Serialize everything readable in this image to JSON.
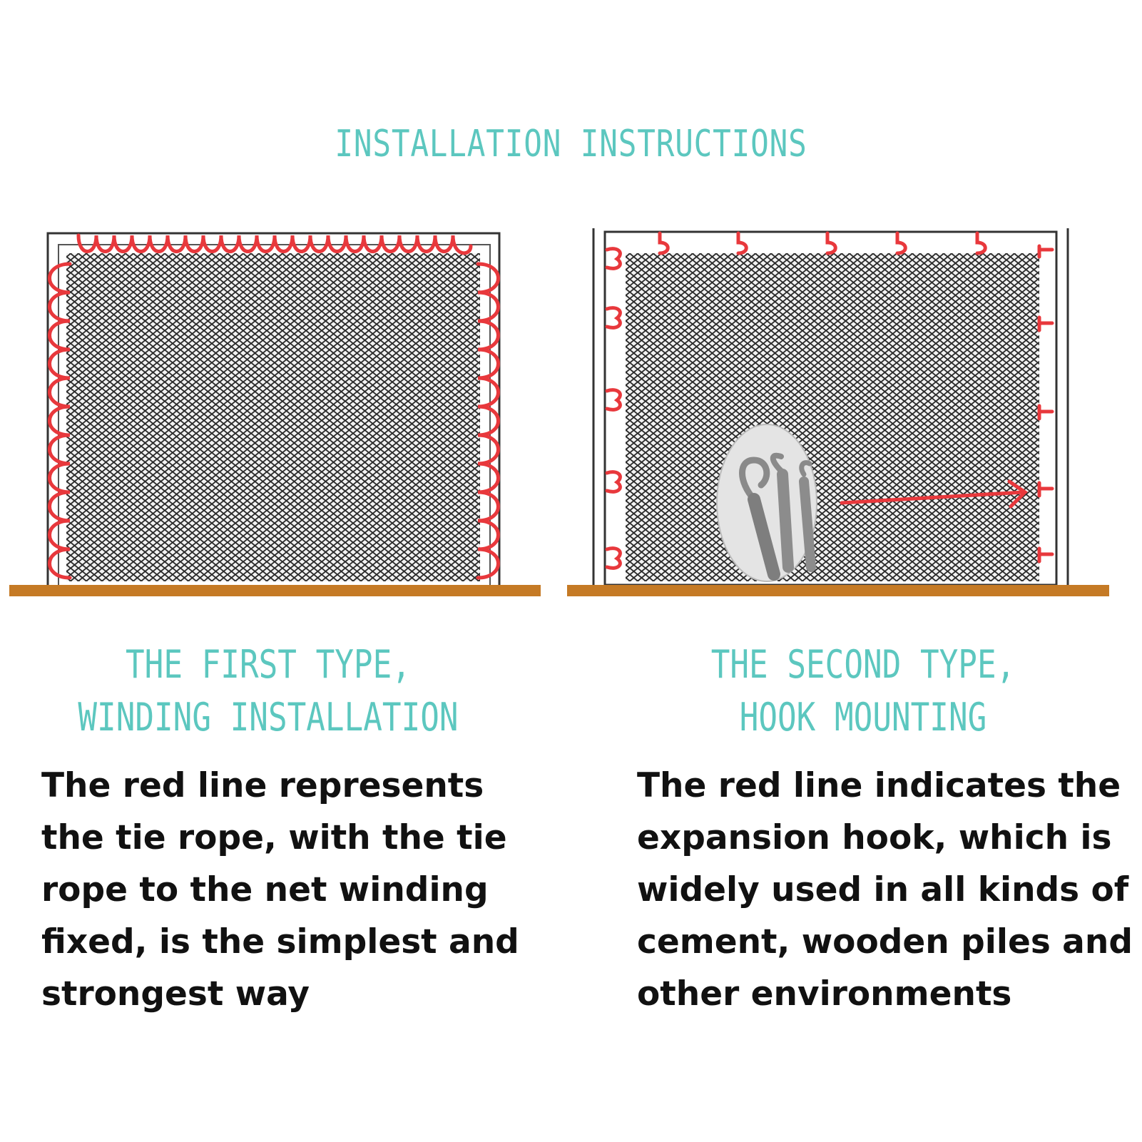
{
  "title": "INSTALLATION INSTRUCTIONS",
  "first": {
    "heading": [
      "THE FIRST TYPE,",
      "WINDING INSTALLATION"
    ],
    "description": [
      "The red line represents",
      "the tie rope, with the tie",
      "rope to the net winding",
      "fixed, is the simplest and",
      "strongest way"
    ]
  },
  "second": {
    "heading": [
      "THE SECOND TYPE,",
      "HOOK MOUNTING"
    ],
    "description": [
      "The red line indicates the",
      "expansion hook, which is",
      "widely used in all kinds of",
      "cement, wooden piles and",
      "other environments"
    ]
  },
  "colors": {
    "heading": "#5cc7bf",
    "rope": "#e8383c",
    "ground": "#c57a25",
    "mesh": "#2a2a2a",
    "text": "#111111"
  },
  "icons": [
    "red-rope-winding-icon",
    "expansion-hook-icon",
    "red-arrow-icon",
    "hook-bolt-photo-icon"
  ]
}
